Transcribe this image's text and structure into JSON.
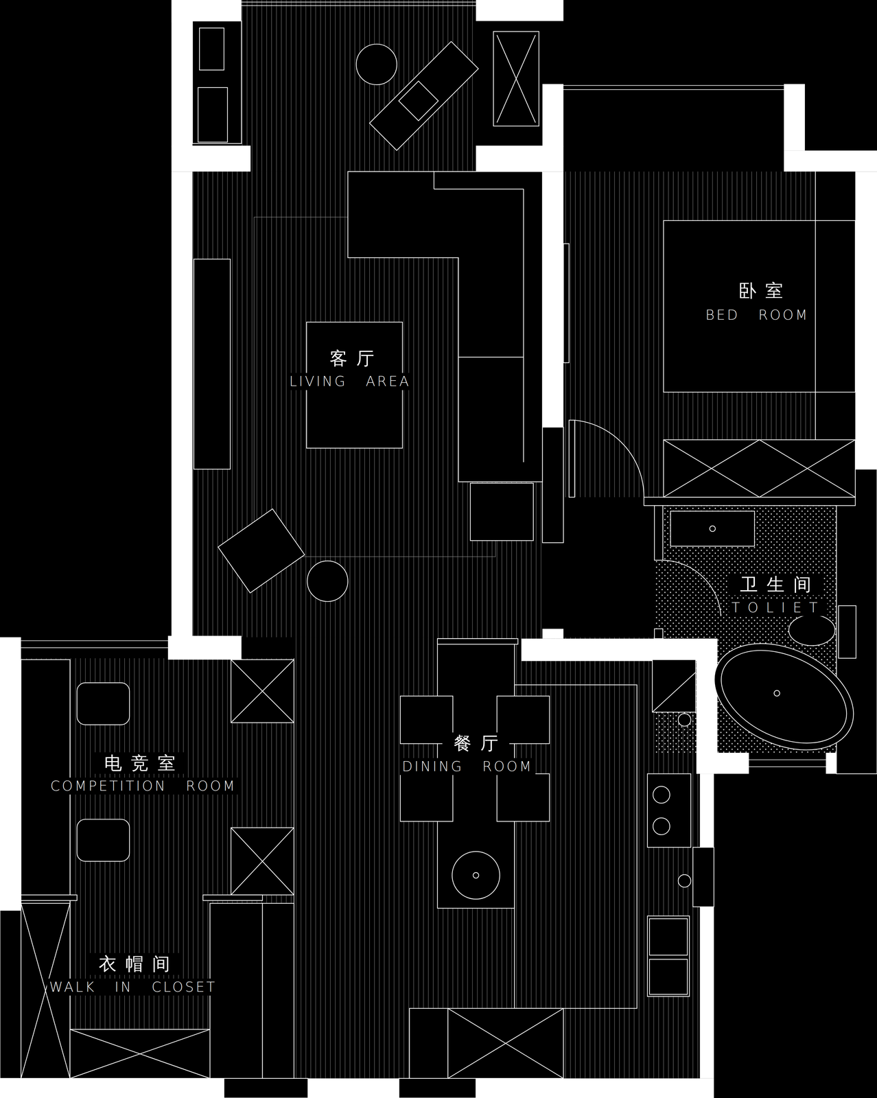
{
  "diagram": {
    "labels": [
      "客厅",
      "LIVING AREA",
      "卧室",
      "BED ROOM",
      "卫生间",
      "TOLIET",
      "餐厅",
      "DINING ROOM",
      "电竞室",
      "COMPETITION ROOM",
      "衣帽间",
      "WALK IN CLOSET"
    ]
  }
}
